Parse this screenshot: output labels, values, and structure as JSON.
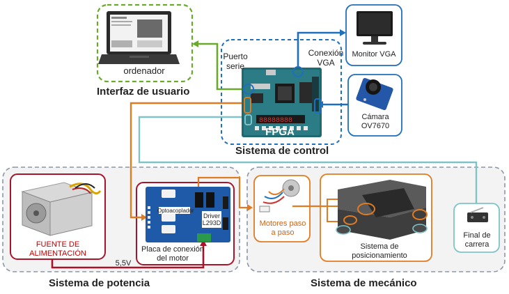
{
  "groups": {
    "user": "Interfaz de usuario",
    "control": "Sistema de control",
    "power": "Sistema de potencia",
    "mechanical": "Sistema de mecánico"
  },
  "blocks": {
    "computer": "ordenador",
    "serial_port": "Puerto\nserie",
    "vga_conn": "Conexión\nVGA",
    "fpga": "FPGA",
    "monitor": "Monitor VGA",
    "camera": "Cámara\nOV7670",
    "psu": "FUENTE DE\nALIMENTACIÓN",
    "voltage": "5,5V",
    "motor_board": "Placa de conexión\ndel motor",
    "optocoupler": "Optoacoplador",
    "driver": "Driver\nL293D",
    "stepper": "Motores paso\na paso",
    "positioning": "Sistema de\nposicionamiento",
    "endstop": "Final de\ncarrera"
  },
  "colors": {
    "green": "#6aaa2b",
    "blue": "#1f6fbf",
    "orange": "#e07b22",
    "darkred": "#a8142a",
    "teal": "#7fc3c8",
    "gray": "#8a96a8"
  }
}
